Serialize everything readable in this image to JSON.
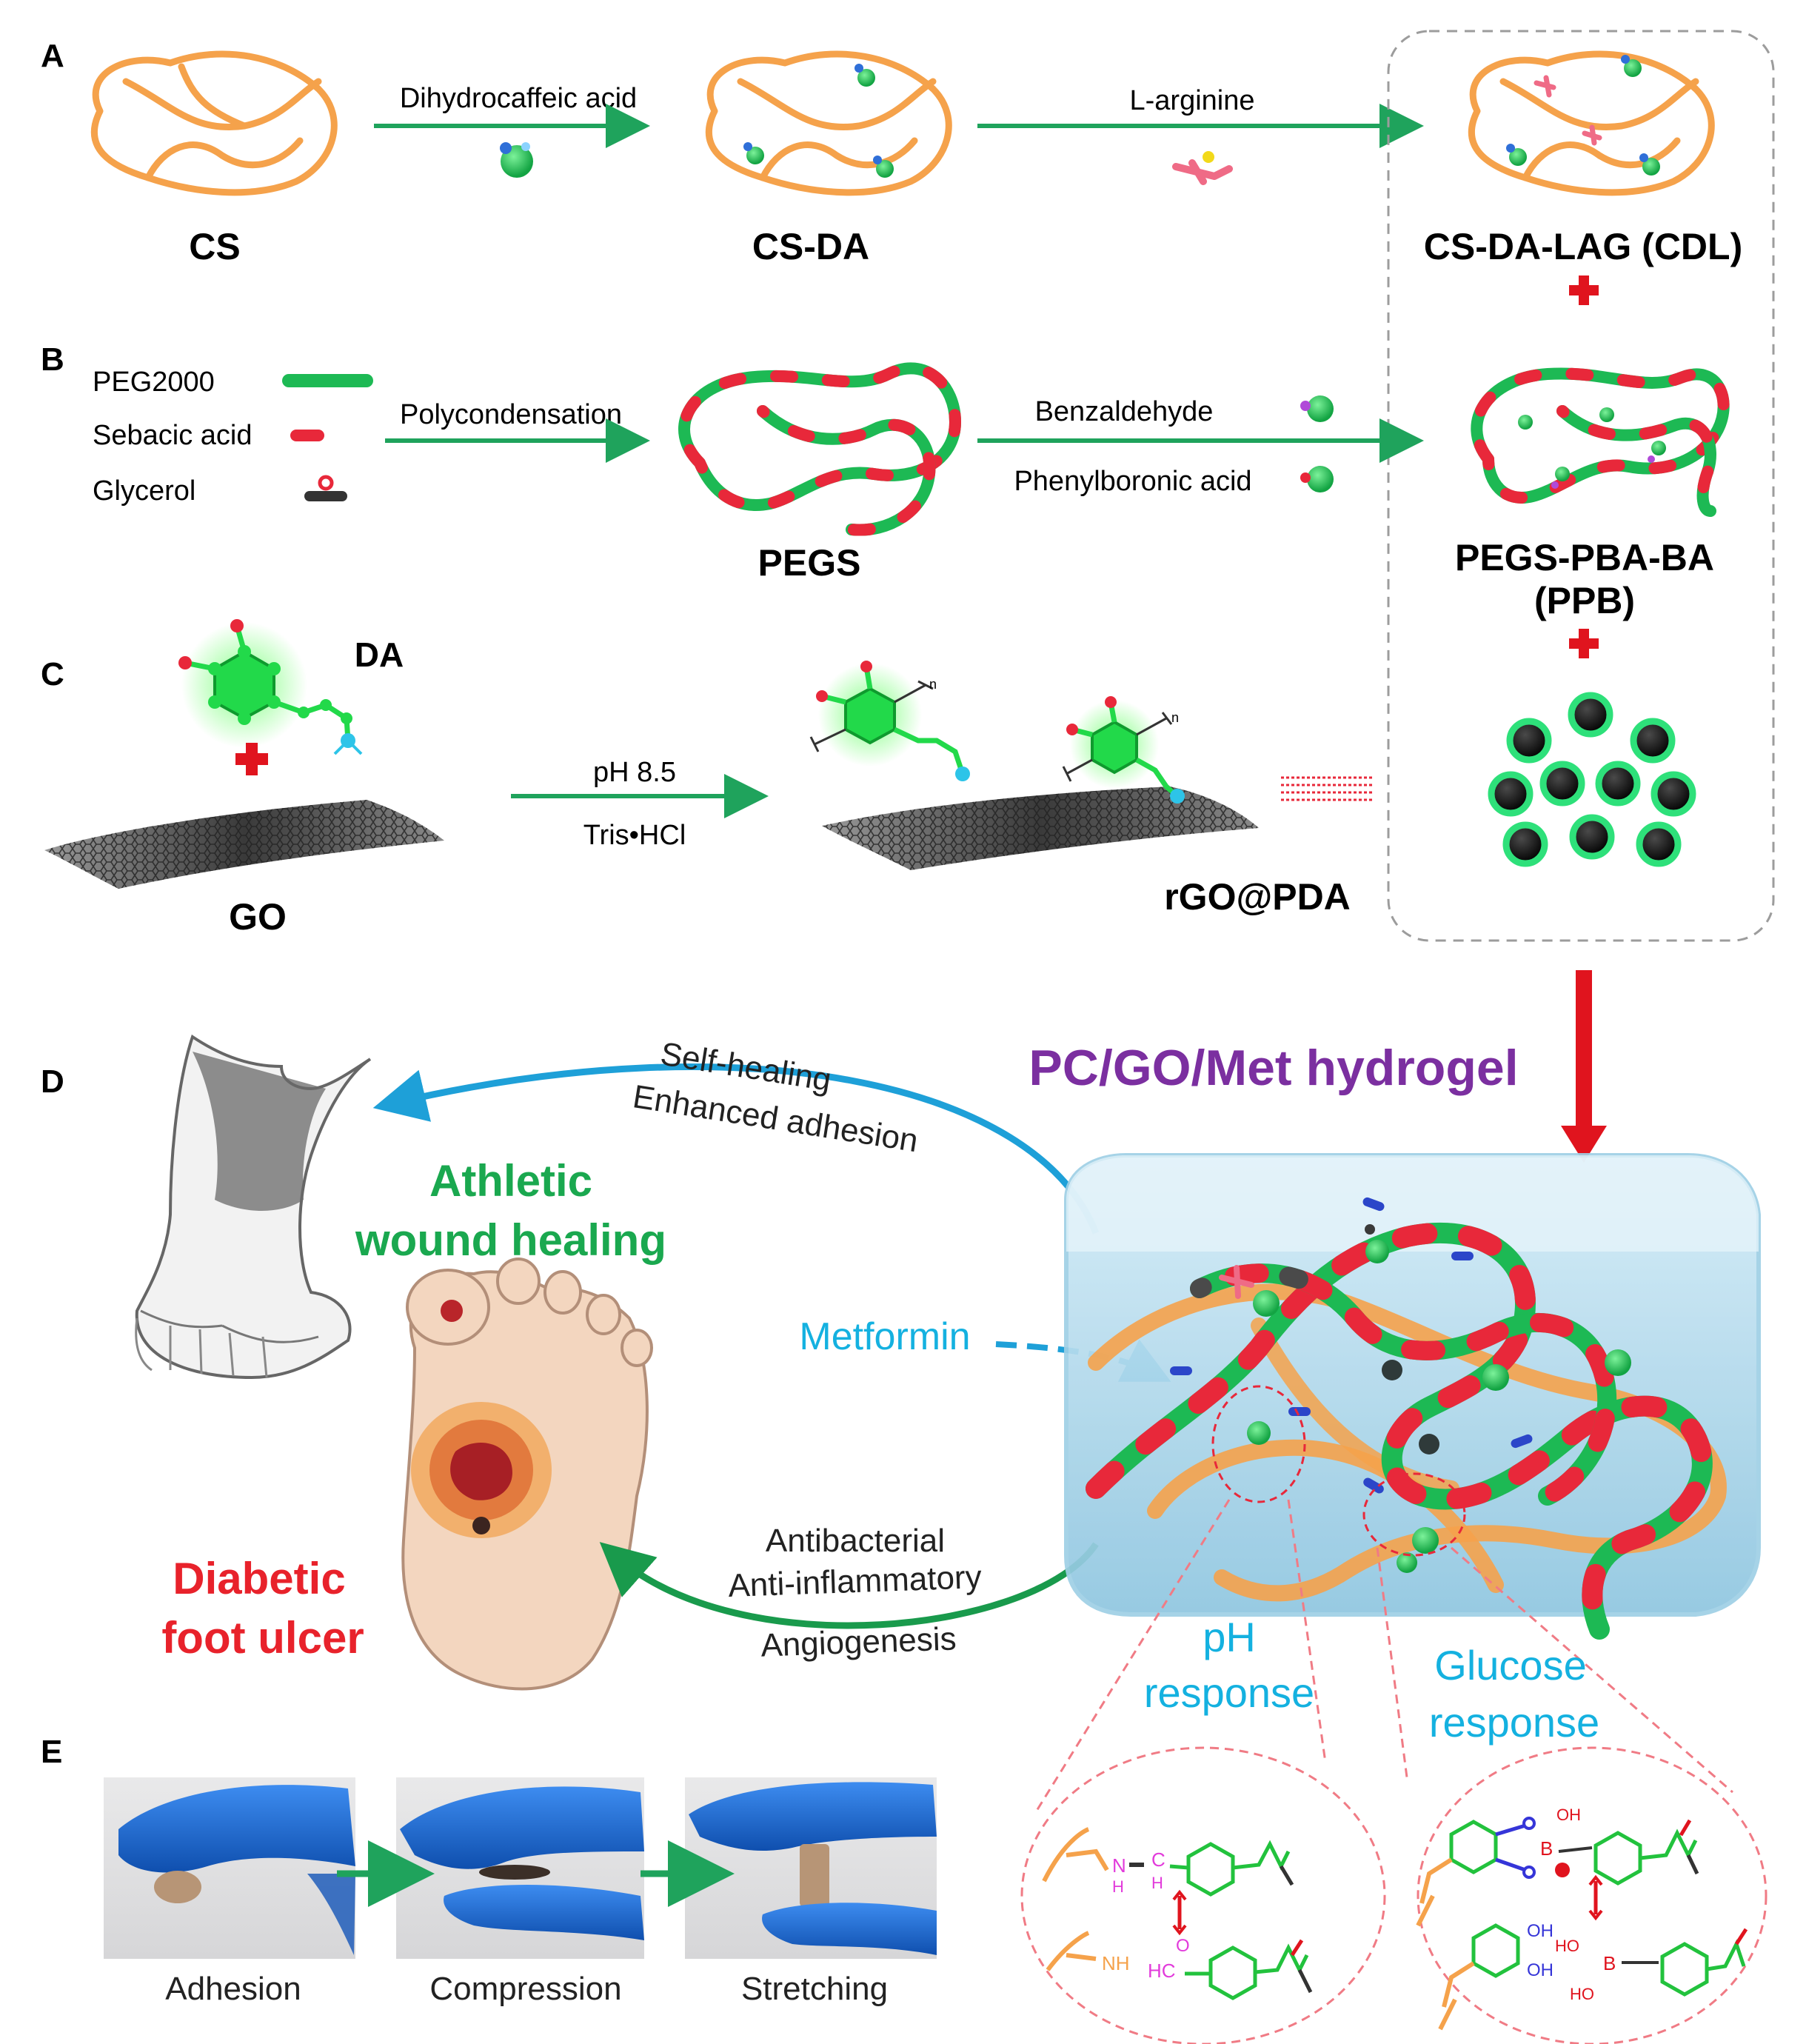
{
  "panels": {
    "a": "A",
    "b": "B",
    "c": "C",
    "d": "D",
    "e": "E"
  },
  "panel_a": {
    "cs": "CS",
    "cs_da": "CS-DA",
    "cdl": "CS-DA-LAG (CDL)",
    "reagent1": "Dihydrocaffeic acid",
    "reagent2": "L-arginine"
  },
  "panel_b": {
    "legend": [
      "PEG2000",
      "Sebacic acid",
      "Glycerol"
    ],
    "process": "Polycondensation",
    "pegs": "PEGS",
    "reagent_top": "Benzaldehyde",
    "reagent_bottom": "Phenylboronic acid",
    "ppb_line1": "PEGS-PBA-BA",
    "ppb_line2": "(PPB)"
  },
  "panel_c": {
    "da": "DA",
    "go": "GO",
    "cond1": "pH 8.5",
    "cond2": "Tris•HCl",
    "product": "rGO@PDA",
    "chain_n": "n"
  },
  "panel_d": {
    "hydrogel": "PC/GO/Met hydrogel",
    "top_arrow": [
      "Self-healing",
      "Enhanced adhesion"
    ],
    "athletic": [
      "Athletic",
      "wound healing"
    ],
    "metformin": "Metformin",
    "bottom_arrow": [
      "Antibacterial",
      "Anti-inflammatory",
      "Angiogenesis"
    ],
    "diabetic": [
      "Diabetic",
      "foot ulcer"
    ],
    "ph_response": [
      "pH",
      "response"
    ],
    "glucose_response": [
      "Glucose",
      "response"
    ],
    "chem_left": {
      "nh": "N",
      "h": "H",
      "c": "C",
      "h2": "H",
      "o": "O",
      "hc": "HC",
      "nh2": "NH"
    },
    "chem_right": {
      "oh1": "OH",
      "b1": "B",
      "oh2": "OH",
      "oh3": "OH",
      "ho1": "HO",
      "b2": "B",
      "ho2": "HO"
    }
  },
  "panel_e": {
    "labels": [
      "Adhesion",
      "Compression",
      "Stretching"
    ]
  },
  "colors": {
    "green_arrow": "#1fa35c",
    "orange_polymer": "#f5a24b",
    "peg_green": "#1db954",
    "sebacic_red": "#e8283a",
    "red_arrow": "#e0141e",
    "hydrogel_purple": "#7b2fa0",
    "cyan_text": "#14b1e0",
    "green_text": "#1aa84f",
    "diabetic_red": "#e8222b",
    "glove_blue": "#1d6fd4"
  }
}
